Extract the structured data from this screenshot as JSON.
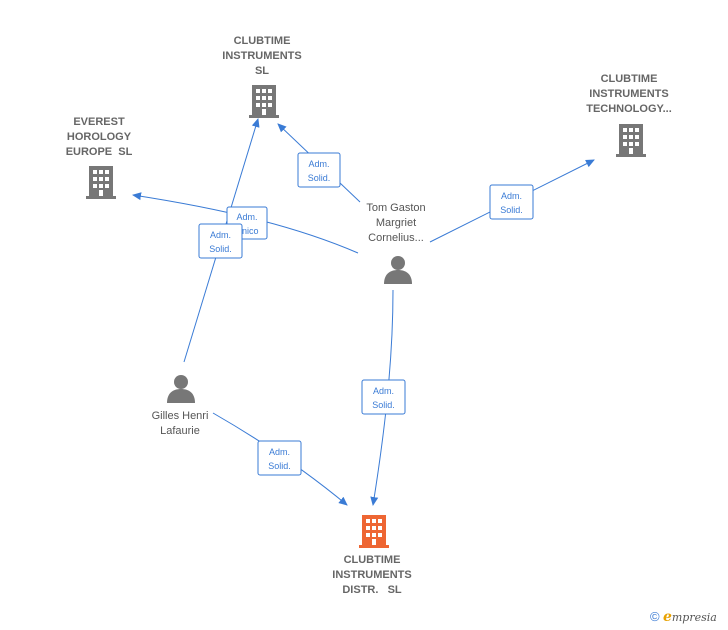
{
  "colors": {
    "edge": "#3a7bd5",
    "company_icon": "#777777",
    "main_company_icon": "#ee6633",
    "person_icon": "#777777"
  },
  "nodes": {
    "clubtime_sl": {
      "lines": [
        "CLUBTIME",
        "INSTRUMENTS",
        "SL"
      ],
      "kind": "company",
      "icon": "building-icon"
    },
    "clubtime_tech": {
      "lines": [
        "CLUBTIME",
        "INSTRUMENTS",
        "TECHNOLOGY..."
      ],
      "kind": "company",
      "icon": "building-icon"
    },
    "everest": {
      "lines": [
        "EVEREST",
        "HOROLOGY",
        "EUROPE  SL"
      ],
      "kind": "company",
      "icon": "building-icon"
    },
    "tom": {
      "lines": [
        "Tom Gaston",
        "Margriet",
        "Cornelius..."
      ],
      "kind": "person",
      "icon": "person-icon"
    },
    "gilles": {
      "lines": [
        "Gilles Henri",
        "Lafaurie"
      ],
      "kind": "person",
      "icon": "person-icon"
    },
    "main": {
      "lines": [
        "CLUBTIME",
        "INSTRUMENTS",
        "DISTR.   SL"
      ],
      "kind": "main",
      "icon": "building-icon"
    }
  },
  "edges": [
    {
      "id": "tom-to-clubtime-sl",
      "badge": [
        "Adm.",
        "Solid."
      ]
    },
    {
      "id": "tom-to-everest",
      "badge": [
        "Adm.",
        "Unico"
      ]
    },
    {
      "id": "gilles-to-clubtime-sl",
      "badge": [
        "Adm.",
        "Solid."
      ]
    },
    {
      "id": "tom-to-clubtime-tech",
      "badge": [
        "Adm.",
        "Solid."
      ]
    },
    {
      "id": "tom-to-main",
      "badge": [
        "Adm.",
        "Solid."
      ]
    },
    {
      "id": "gilles-to-main",
      "badge": [
        "Adm.",
        "Solid."
      ]
    }
  ],
  "brand": {
    "copyright": "©",
    "initial": "e",
    "rest": "mpresia"
  }
}
